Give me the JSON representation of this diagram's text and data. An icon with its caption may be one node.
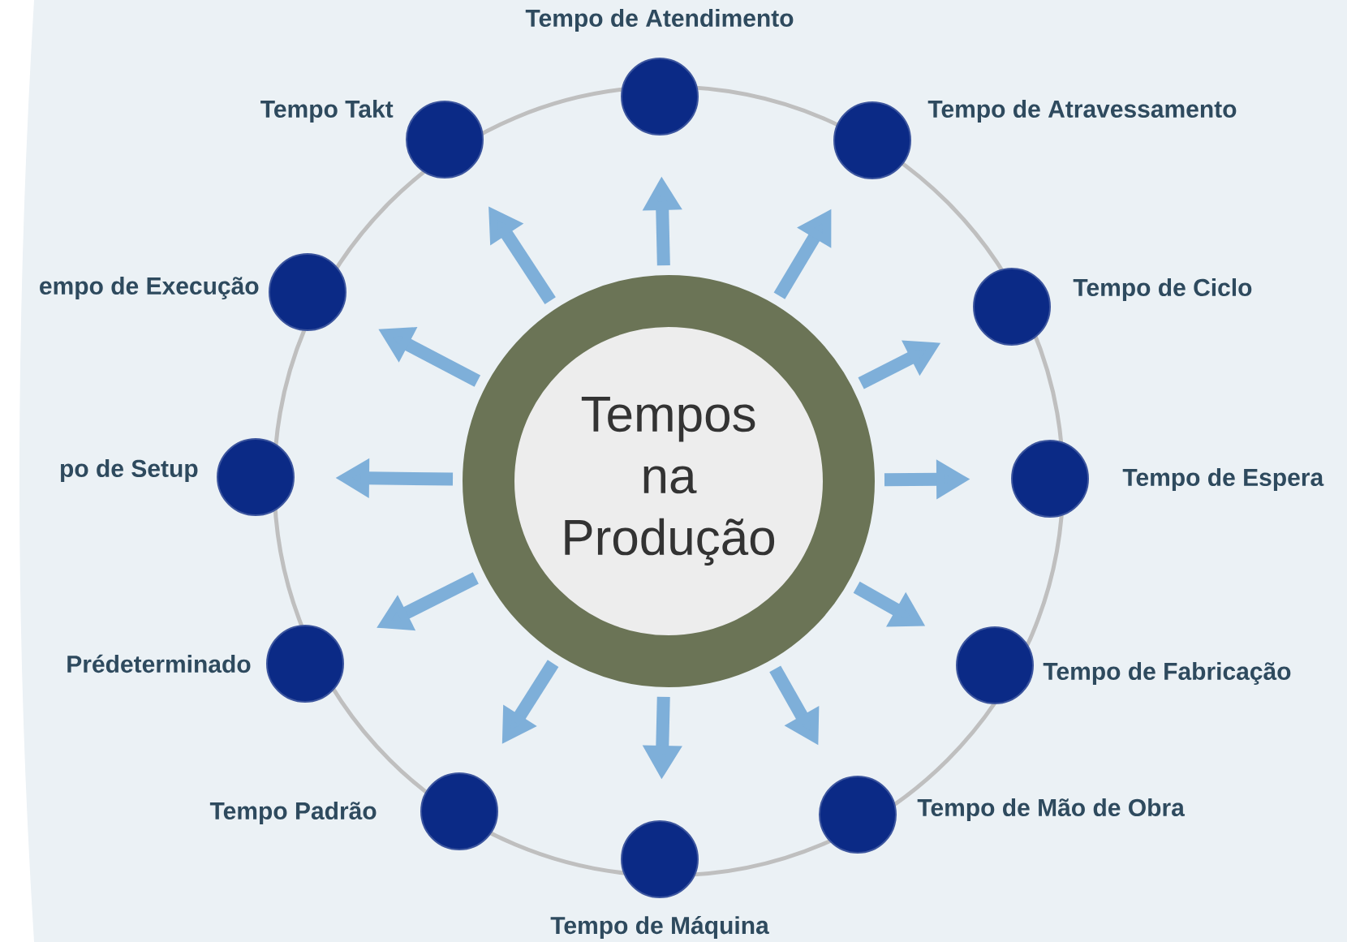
{
  "diagram": {
    "nodes": [
      {
        "text": [
          "Tempos na Produção"
        ]
      },
      {
        "text": [],
        "shape": "circle",
        "beside": [
          "Tempo de Atendimento"
        ]
      },
      {
        "text": [],
        "shape": "circle",
        "beside": [
          "Tempo de Atravessamento"
        ]
      },
      {
        "text": [],
        "shape": "circle",
        "beside": [
          "Tempo de Ciclo"
        ]
      },
      {
        "text": [],
        "shape": "circle",
        "beside": [
          "Tempo de Espera"
        ]
      },
      {
        "text": [],
        "shape": "circle",
        "beside": [
          "Tempo de Fabricação"
        ]
      },
      {
        "text": [],
        "shape": "circle",
        "beside": [
          "Tempo de Mão de Obra"
        ]
      },
      {
        "text": [],
        "shape": "circle",
        "beside": [
          "Tempo de Máquina"
        ]
      },
      {
        "text": [],
        "shape": "circle",
        "beside": [
          "Tempo Padrão"
        ]
      },
      {
        "text": [],
        "shape": "circle",
        "beside": [
          "Prédeterminado"
        ]
      },
      {
        "text": [],
        "shape": "circle",
        "beside": [
          "po de Setup"
        ]
      },
      {
        "text": [],
        "shape": "circle",
        "beside": [
          "empo de Execução"
        ]
      },
      {
        "text": [],
        "shape": "circle",
        "beside": [
          "Tempo Takt"
        ]
      }
    ],
    "edges": [
      {
        "from": 0,
        "to": 1,
        "arrow": "to"
      },
      {
        "from": 0,
        "to": 2,
        "arrow": "to"
      },
      {
        "from": 0,
        "to": 3,
        "arrow": "to"
      },
      {
        "from": 0,
        "to": 4,
        "arrow": "to"
      },
      {
        "from": 0,
        "to": 5,
        "arrow": "to"
      },
      {
        "from": 0,
        "to": 6,
        "arrow": "to"
      },
      {
        "from": 0,
        "to": 7,
        "arrow": "to"
      },
      {
        "from": 0,
        "to": 8,
        "arrow": "to"
      },
      {
        "from": 0,
        "to": 9,
        "arrow": "to"
      },
      {
        "from": 0,
        "to": 10,
        "arrow": "to"
      },
      {
        "from": 0,
        "to": 11,
        "arrow": "to"
      },
      {
        "from": 0,
        "to": 12,
        "arrow": "to"
      }
    ]
  }
}
